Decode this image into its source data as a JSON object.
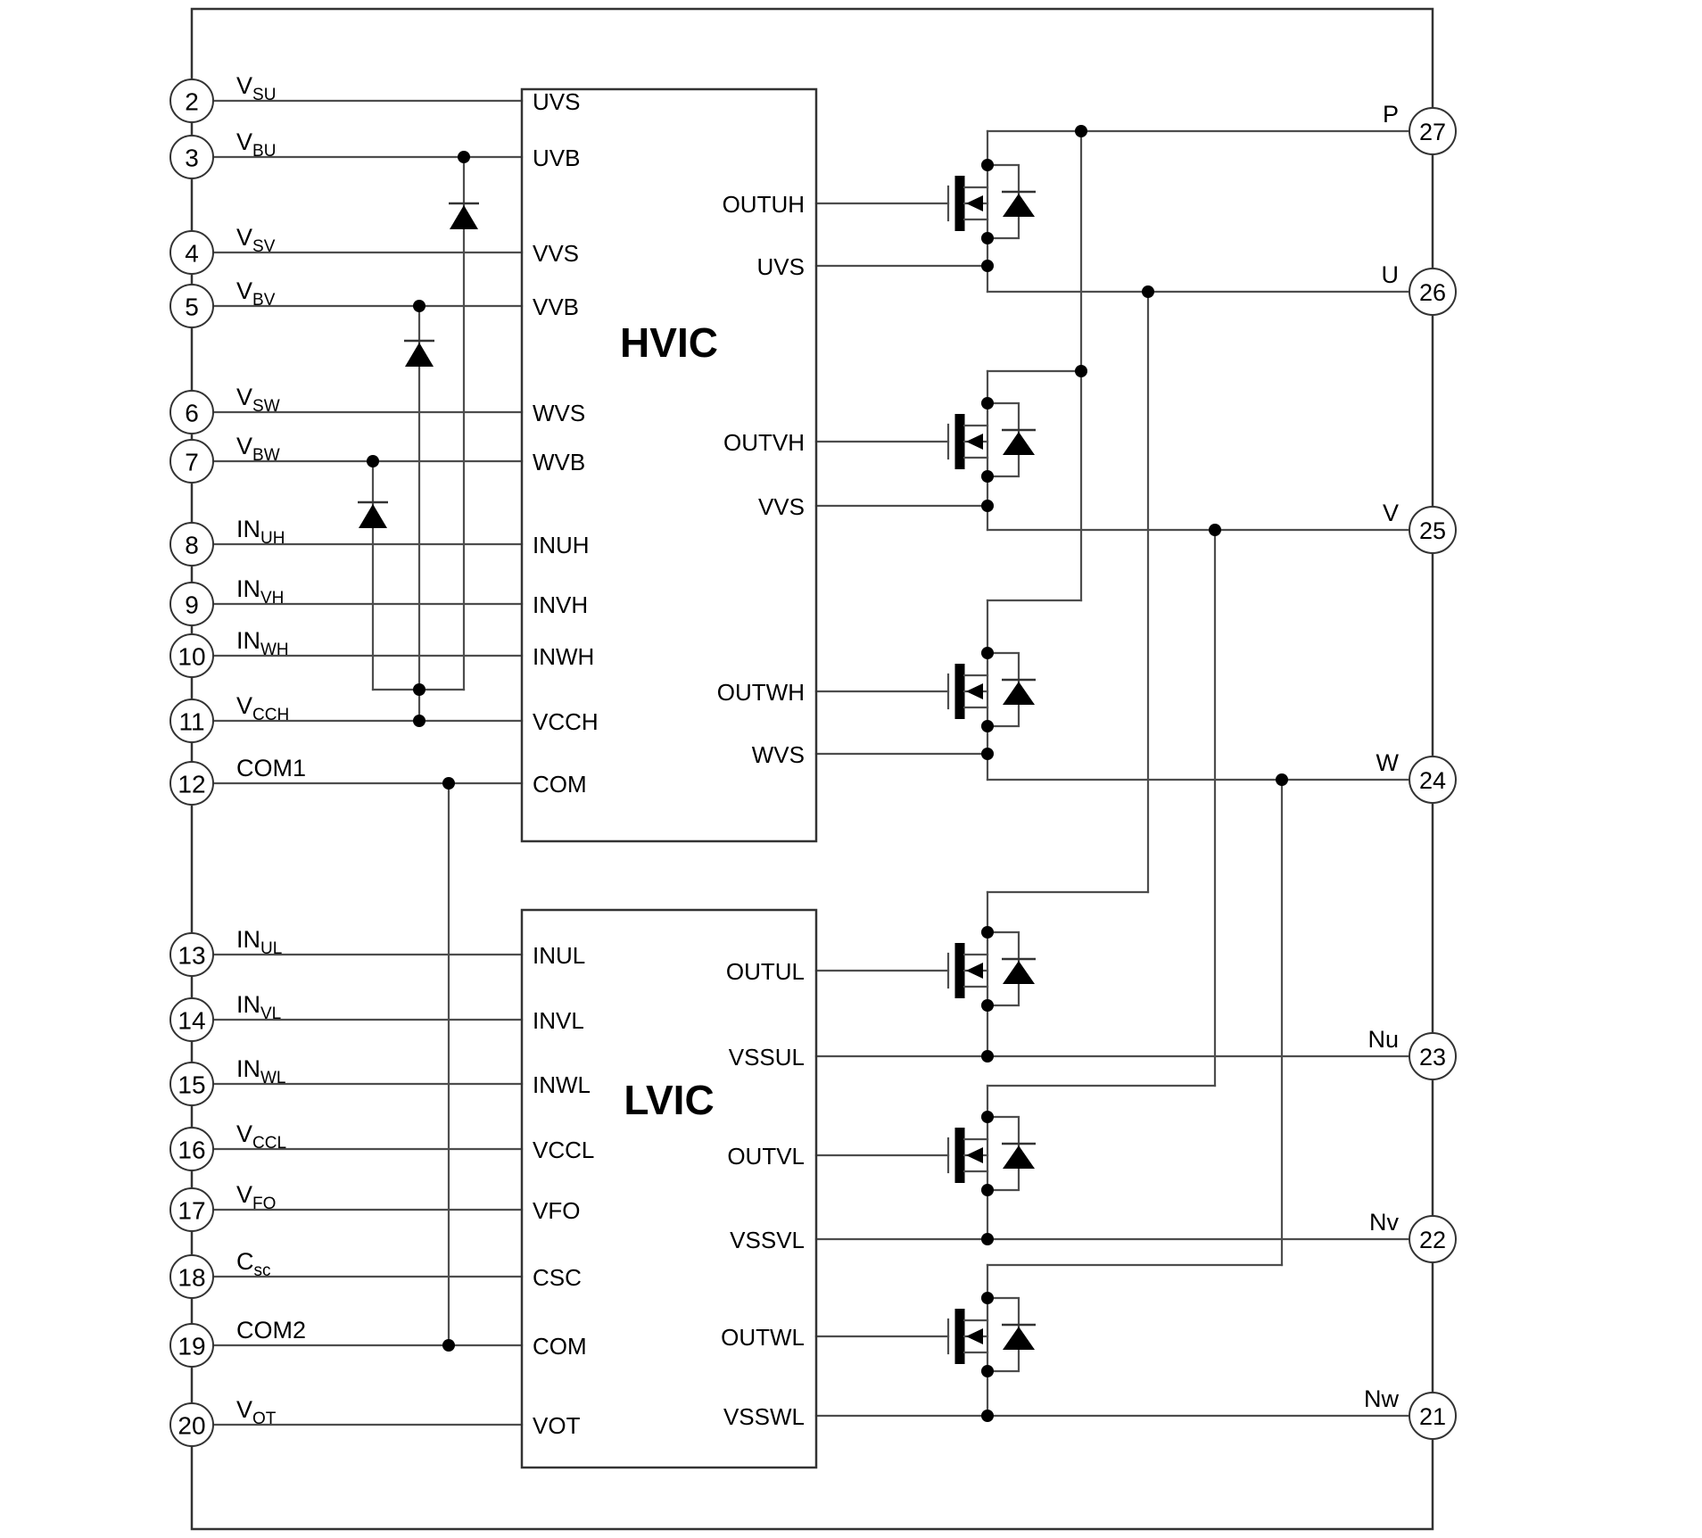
{
  "diagram": {
    "hvic": {
      "name": "HVIC",
      "left_pins": [
        "UVS",
        "UVB",
        "VVS",
        "VVB",
        "WVS",
        "WVB",
        "INUH",
        "INVH",
        "INWH",
        "VCCH",
        "COM"
      ],
      "right_pins": [
        "OUTUH",
        "UVS",
        "OUTVH",
        "VVS",
        "OUTWH",
        "WVS"
      ]
    },
    "lvic": {
      "name": "LVIC",
      "left_pins": [
        "INUL",
        "INVL",
        "INWL",
        "VCCL",
        "VFO",
        "CSC",
        "COM",
        "VOT"
      ],
      "right_pins": [
        "OUTUL",
        "VSSUL",
        "OUTVL",
        "VSSVL",
        "OUTWL",
        "VSSWL"
      ]
    },
    "left_pins": [
      {
        "number": "2",
        "label": "V",
        "sub": "SU"
      },
      {
        "number": "3",
        "label": "V",
        "sub": "BU"
      },
      {
        "number": "4",
        "label": "V",
        "sub": "SV"
      },
      {
        "number": "5",
        "label": "V",
        "sub": "BV"
      },
      {
        "number": "6",
        "label": "V",
        "sub": "SW"
      },
      {
        "number": "7",
        "label": "V",
        "sub": "BW"
      },
      {
        "number": "8",
        "label": "IN",
        "sub": "UH"
      },
      {
        "number": "9",
        "label": "IN",
        "sub": "VH"
      },
      {
        "number": "10",
        "label": "IN",
        "sub": "WH"
      },
      {
        "number": "11",
        "label": "V",
        "sub": "CCH"
      },
      {
        "number": "12",
        "label": "COM1",
        "sub": ""
      },
      {
        "number": "13",
        "label": "IN",
        "sub": "UL"
      },
      {
        "number": "14",
        "label": "IN",
        "sub": "VL"
      },
      {
        "number": "15",
        "label": "IN",
        "sub": "WL"
      },
      {
        "number": "16",
        "label": "V",
        "sub": "CCL"
      },
      {
        "number": "17",
        "label": "V",
        "sub": "FO"
      },
      {
        "number": "18",
        "label": "C",
        "sub": "sc"
      },
      {
        "number": "19",
        "label": "COM2",
        "sub": ""
      },
      {
        "number": "20",
        "label": "V",
        "sub": "OT"
      }
    ],
    "right_pins": [
      {
        "number": "27",
        "label": "P"
      },
      {
        "number": "26",
        "label": "U"
      },
      {
        "number": "25",
        "label": "V"
      },
      {
        "number": "24",
        "label": "W"
      },
      {
        "number": "23",
        "label": "Nu"
      },
      {
        "number": "22",
        "label": "Nv"
      },
      {
        "number": "21",
        "label": "Nw"
      }
    ],
    "colors": {
      "line": "#4d4d4d",
      "border": "#333333",
      "text": "#000000",
      "fill": "#000000",
      "background": "#ffffff"
    }
  }
}
